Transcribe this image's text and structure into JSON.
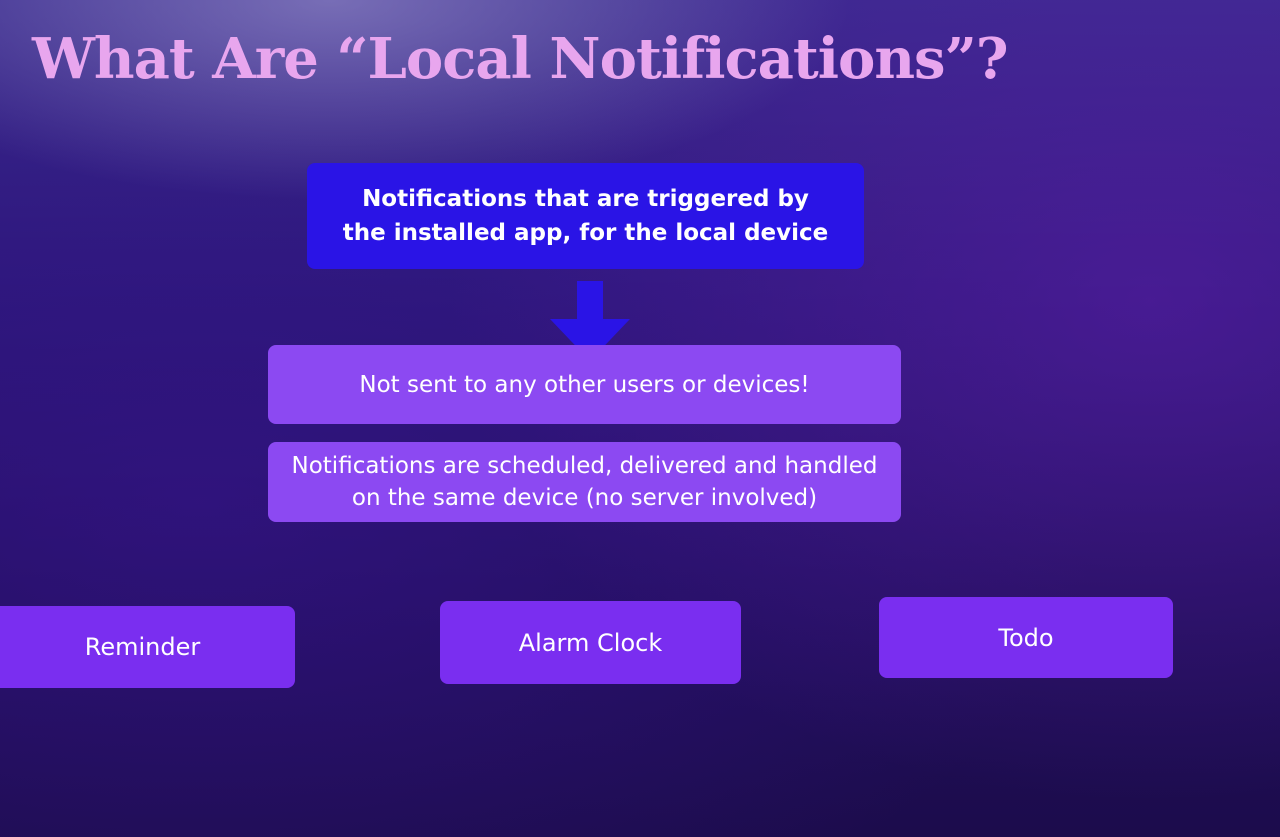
{
  "slide": {
    "title": "What Are “Local Notifications”?"
  },
  "diagram": {
    "definition": "Notifications that are triggered by the installed app, for the local device",
    "not_sent": "Not sent to any other users or devices!",
    "scheduled": "Notifications are scheduled, delivered and handled on the same device (no server involved)"
  },
  "examples": [
    {
      "label": "Reminder"
    },
    {
      "label": "Alarm Clock"
    },
    {
      "label": "Todo"
    }
  ],
  "colors": {
    "title": "#e8a6ee",
    "definition_box": "#2a14e6",
    "arrow": "#2a14e6",
    "info_box": "#8c49f2",
    "example_box": "#7a2ef0"
  }
}
